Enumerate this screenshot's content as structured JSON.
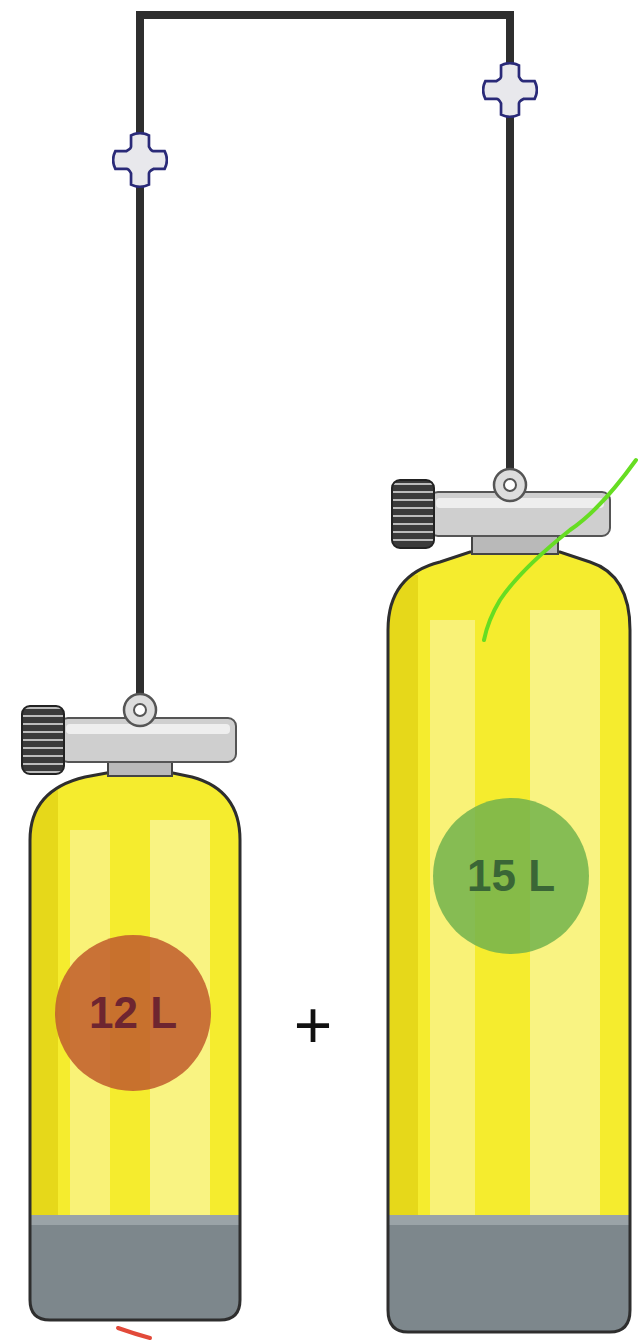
{
  "diagram": {
    "nodes": [
      {
        "text": [
          "12 L"
        ]
      },
      {
        "text": [
          "15 L"
        ]
      }
    ],
    "labels": [
      "+"
    ]
  }
}
